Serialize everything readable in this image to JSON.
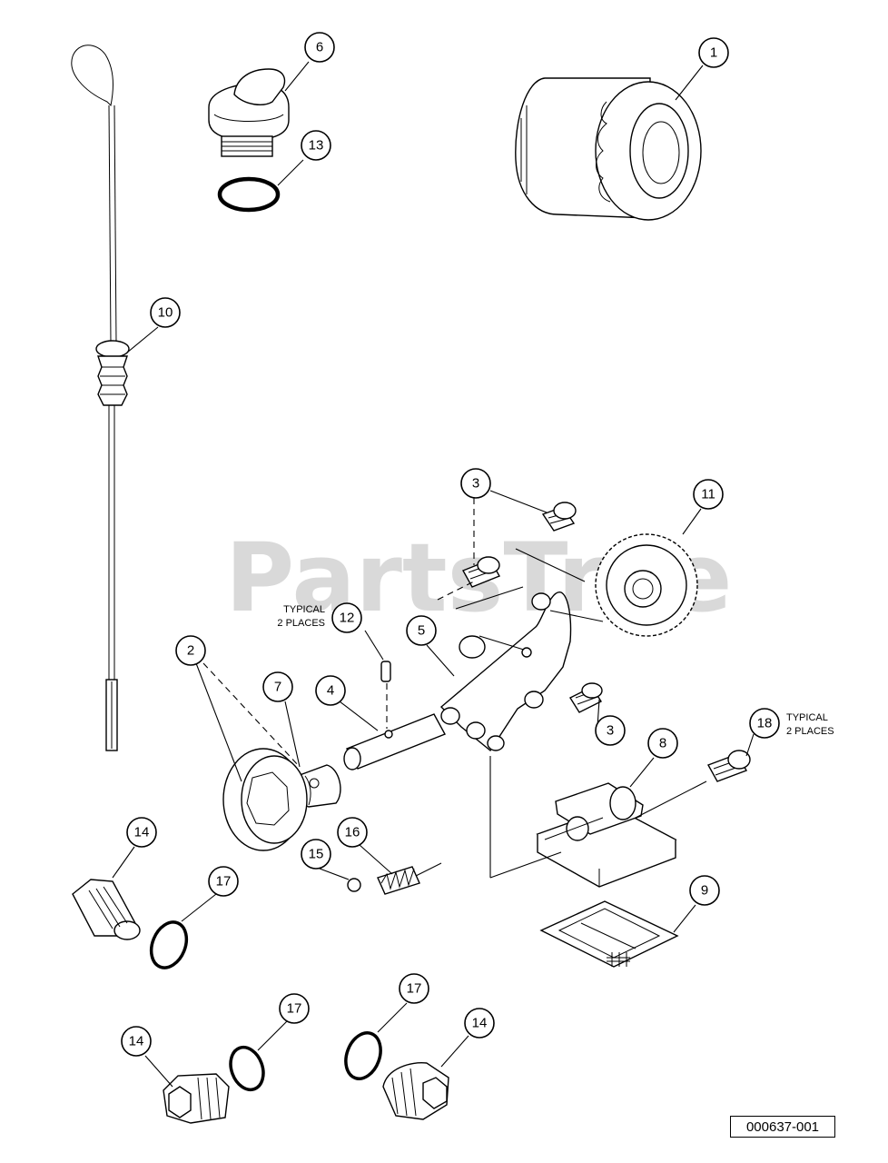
{
  "watermark": "PartsTree",
  "figure_number": "000637-001",
  "notes": {
    "typical_12_line1": "TYPICAL",
    "typical_12_line2": "2 PLACES",
    "typical_18_line1": "TYPICAL",
    "typical_18_line2": "2 PLACES"
  },
  "callouts": {
    "c1": "1",
    "c2": "2",
    "c3a": "3",
    "c3b": "3",
    "c4": "4",
    "c5": "5",
    "c6": "6",
    "c7": "7",
    "c8": "8",
    "c9": "9",
    "c10": "10",
    "c11": "11",
    "c12": "12",
    "c13": "13",
    "c14a": "14",
    "c14b": "14",
    "c14c": "14",
    "c15": "15",
    "c16": "16",
    "c17a": "17",
    "c17b": "17",
    "c17c": "17",
    "c18": "18"
  }
}
